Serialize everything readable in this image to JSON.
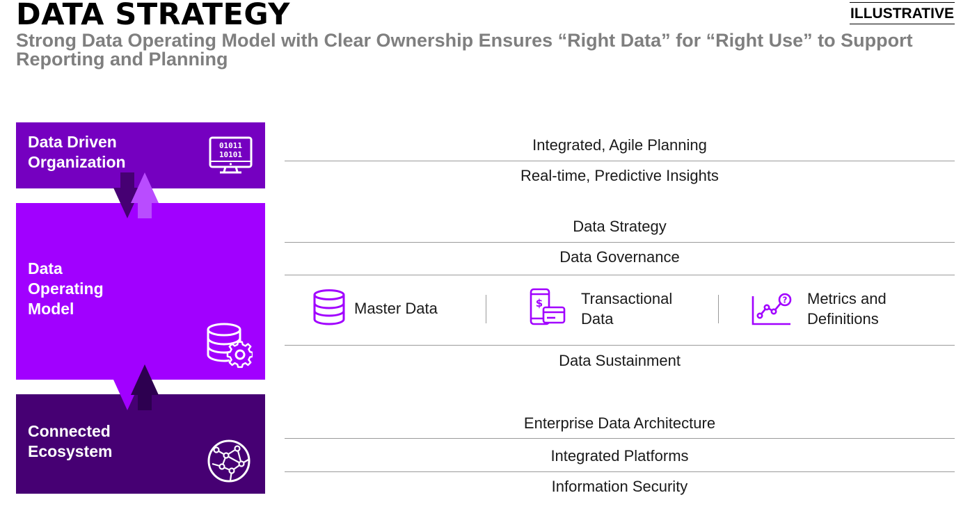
{
  "header": {
    "title": "DATA STRATEGY",
    "badge": "ILLUSTRATIVE",
    "subtitle": "Strong Data Operating Model with Clear Ownership Ensures “Right Data” for “Right Use” to Support Reporting and Planning"
  },
  "colors": {
    "dark_purple": "#460073",
    "core_purple": "#7500c0",
    "bright_purple": "#a100ff",
    "title_gray": "#7f7f7f",
    "rule_gray": "#9a9a9a"
  },
  "blocks": [
    {
      "label": "Data Driven Organization",
      "icon": "binary-monitor-icon"
    },
    {
      "label": "Data Operating Model",
      "icon": "database-gear-icon"
    },
    {
      "label": "Connected Ecosystem",
      "icon": "network-globe-icon"
    }
  ],
  "layers": {
    "organization": [
      "Integrated, Agile Planning",
      "Real-time, Predictive Insights"
    ],
    "operating_model_top": [
      "Data Strategy",
      "Data Governance"
    ],
    "data_types": [
      {
        "label": "Master Data",
        "icon": "database-icon"
      },
      {
        "label": "Transactional Data",
        "icon": "phone-payment-icon"
      },
      {
        "label": "Metrics and Definitions",
        "icon": "metrics-chart-icon"
      }
    ],
    "operating_model_bottom": [
      "Data Sustainment"
    ],
    "ecosystem": [
      "Enterprise Data Architecture",
      "Integrated Platforms",
      "Information Security"
    ]
  }
}
